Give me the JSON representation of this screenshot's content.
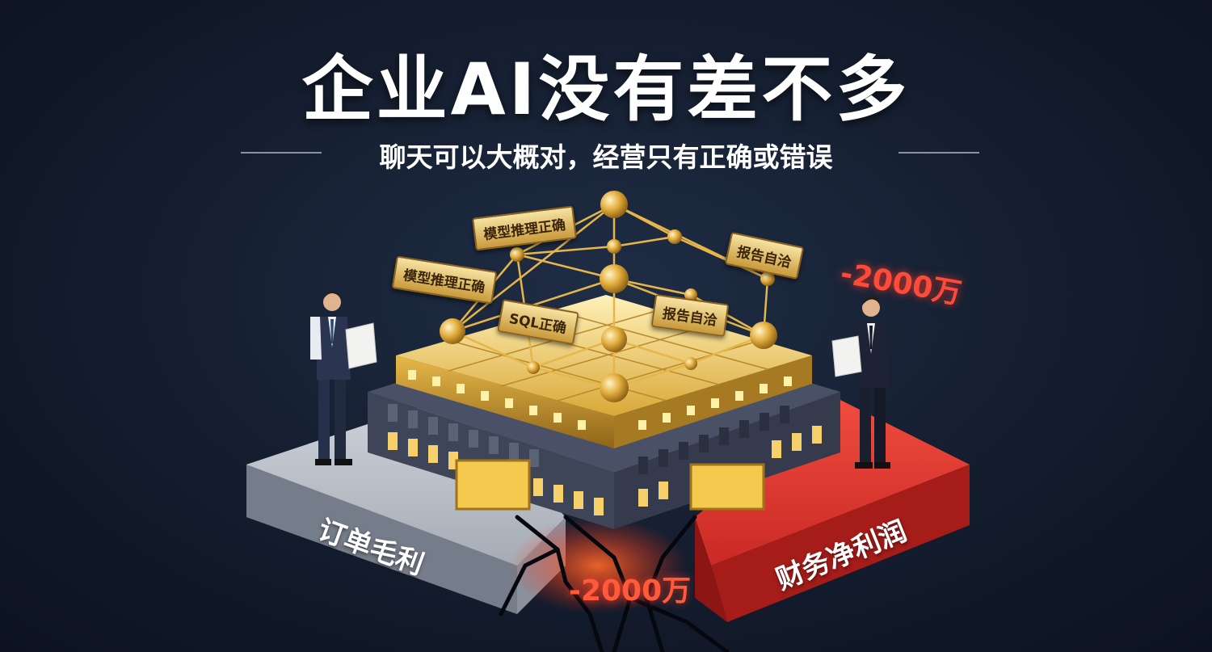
{
  "headline": "企业AI没有差不多",
  "subheadline": "聊天可以大概对，经营只有正确或错误",
  "network_tags": [
    "模型推理正确",
    "模型推理正确",
    "SQL正确",
    "报告自洽",
    "报告自洽"
  ],
  "left_block_label": "订单毛利",
  "right_block_label": "财务净利润",
  "loss_labels": [
    "-2000万",
    "-2000万"
  ],
  "colors": {
    "background": "#141d2e",
    "gold": "#d9a838",
    "left_block": "#7e8593",
    "right_block": "#c92a25",
    "loss_red": "#ff4a3a"
  }
}
